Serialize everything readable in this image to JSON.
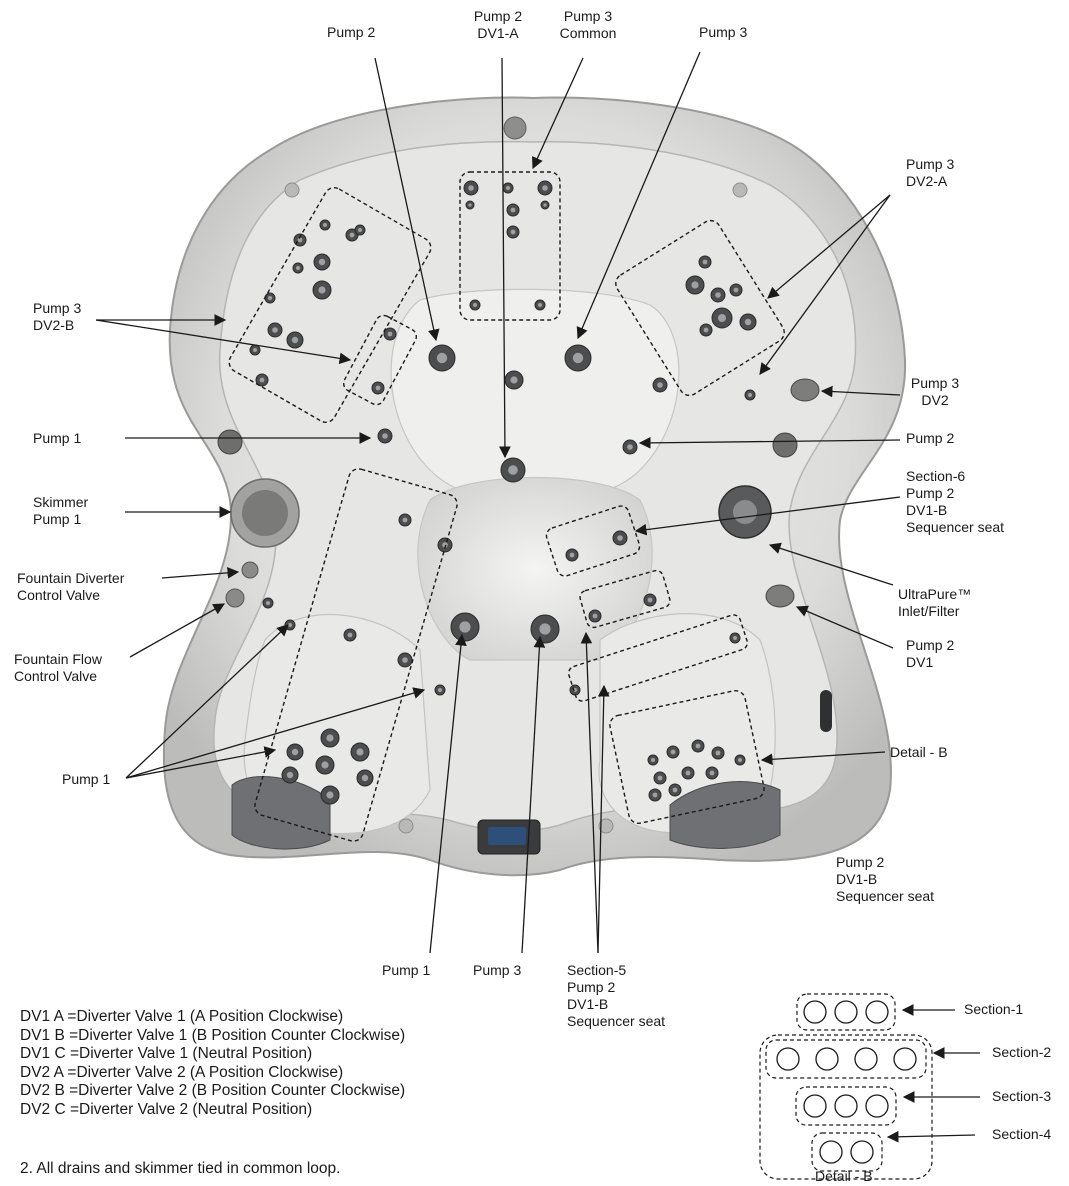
{
  "labels": {
    "pump2_top": "Pump 2",
    "pump2_dv1a": [
      "Pump 2",
      "DV1-A"
    ],
    "pump3_common": [
      "Pump 3",
      "Common"
    ],
    "pump3_top": "Pump 3",
    "pump3_dv2a": [
      "Pump 3",
      "DV2-A"
    ],
    "pump3_dv2b": [
      "Pump 3",
      "DV2-B"
    ],
    "pump3_dv2": [
      "Pump 3",
      "DV2"
    ],
    "pump1_left": "Pump 1",
    "pump2_right": "Pump 2",
    "skimmer": [
      "Skimmer",
      "Pump 1"
    ],
    "section6": [
      "Section-6",
      "Pump 2",
      "DV1-B",
      "Sequencer seat"
    ],
    "fountain_diverter": [
      "Fountain Diverter",
      "Control Valve"
    ],
    "ultrapure": [
      "UltraPure™",
      "Inlet/Filter"
    ],
    "fountain_flow": [
      "Fountain Flow",
      "Control Valve"
    ],
    "pump2_dv1": [
      "Pump 2",
      "DV1"
    ],
    "detail_b_callout": "Detail - B",
    "pump1_bottom_left": "Pump 1",
    "pump2_dv1b_seq": [
      "Pump 2",
      "DV1-B",
      "Sequencer seat"
    ],
    "pump1_bottom": "Pump 1",
    "pump3_bottom": "Pump 3",
    "section5": [
      "Section-5",
      "Pump 2",
      "DV1-B",
      "Sequencer seat"
    ]
  },
  "detail_b": {
    "title": "Detail - B",
    "section1": "Section-1",
    "section2": "Section-2",
    "section3": "Section-3",
    "section4": "Section-4"
  },
  "legend": [
    "DV1 A =Diverter Valve 1 (A Position Clockwise)",
    "DV1 B =Diverter Valve 1 (B Position Counter Clockwise)",
    "DV1 C =Diverter Valve 1 (Neutral Position)",
    "DV2 A =Diverter Valve 2 (A Position Clockwise)",
    "DV2 B =Diverter Valve 2 (B Position Counter Clockwise)",
    "DV2 C =Diverter Valve 2 (Neutral Position)"
  ],
  "note": "2. All drains and skimmer tied in common loop."
}
